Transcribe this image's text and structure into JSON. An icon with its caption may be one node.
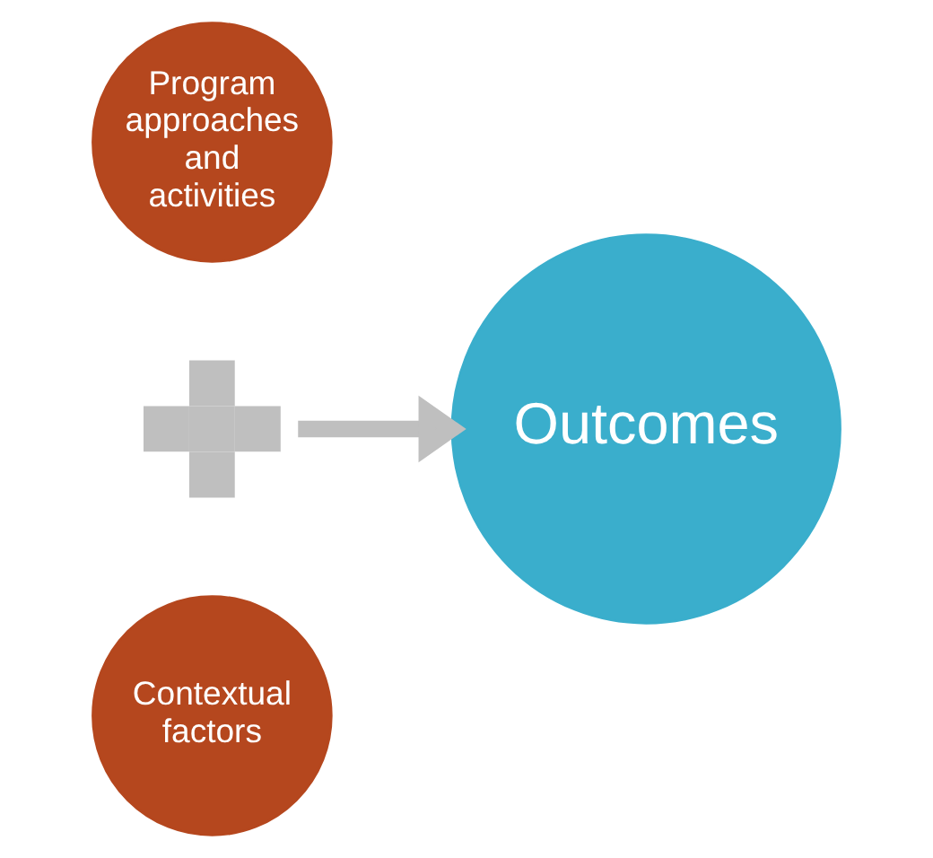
{
  "diagram": {
    "nodes": [
      {
        "text": [
          "Program approaches and activities"
        ]
      },
      {
        "text": [],
        "shape": "cross"
      },
      {
        "text": [
          "Contextual factors"
        ]
      },
      {
        "text": [
          "Outcomes"
        ]
      }
    ],
    "edges": [
      {
        "from": 1,
        "to": 3,
        "arrow": "to"
      }
    ]
  }
}
